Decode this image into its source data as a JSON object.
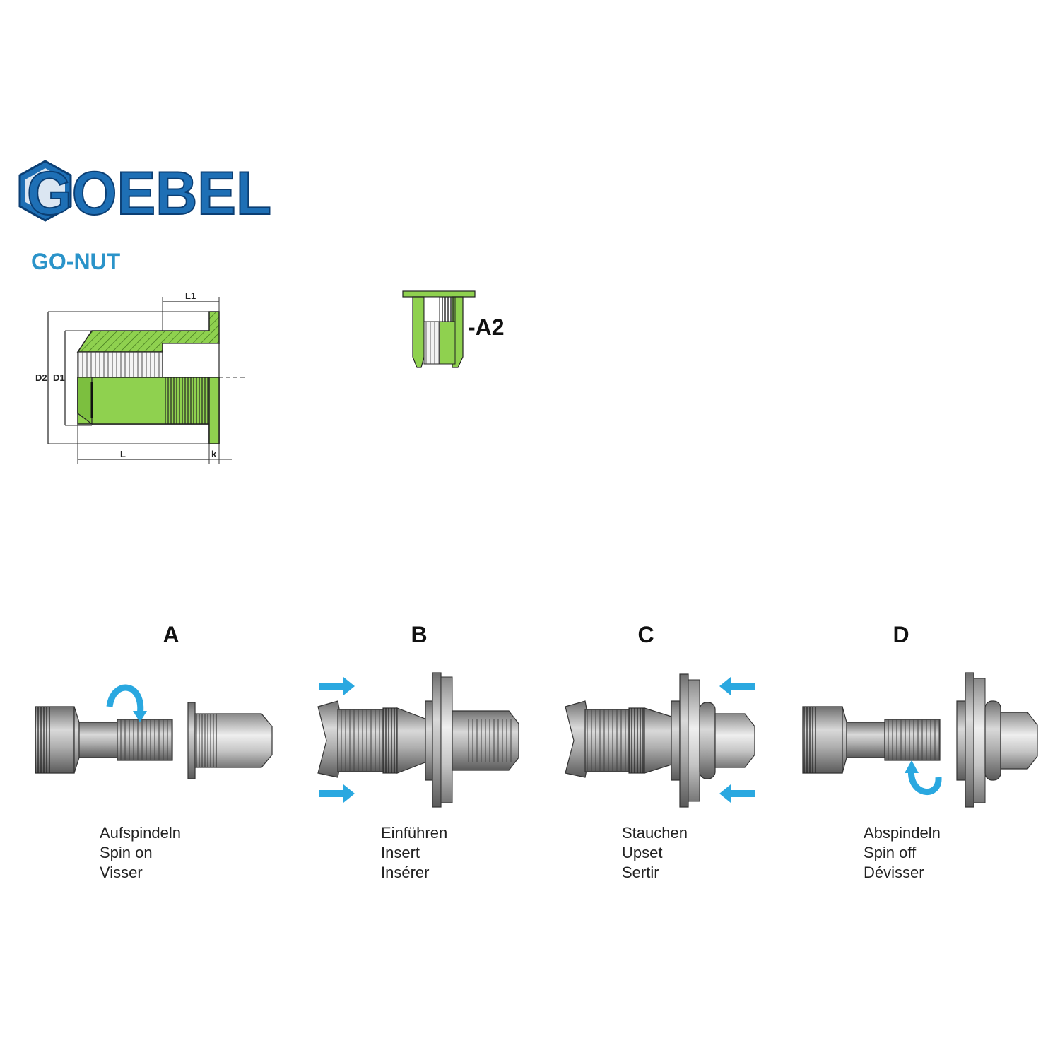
{
  "logo": {
    "text": "GOEBEL"
  },
  "product": {
    "title": "GO-NUT",
    "variant": "-A2"
  },
  "drawing": {
    "dims": {
      "l1": "L1",
      "d2": "D2",
      "d1": "D1",
      "l": "L",
      "k": "k"
    }
  },
  "colors": {
    "brand_blue": "#2a93c9",
    "nut_green": "#8fd14f",
    "steel_gray": "#9a9a9a",
    "arrow_blue": "#2aa8e0"
  },
  "steps": [
    {
      "letter": "A",
      "lines": [
        "Aufspindeln",
        "Spin on",
        "Visser"
      ],
      "icon": "rotate-arrow-icon"
    },
    {
      "letter": "B",
      "lines": [
        "Einführen",
        "Insert",
        "Insérer"
      ],
      "icon": "push-right-arrows-icon"
    },
    {
      "letter": "C",
      "lines": [
        "Stauchen",
        "Upset",
        "Sertir"
      ],
      "icon": "push-left-arrows-icon"
    },
    {
      "letter": "D",
      "lines": [
        "Abspindeln",
        "Spin off",
        "Dévisser"
      ],
      "icon": "rotate-back-arrow-icon"
    }
  ]
}
